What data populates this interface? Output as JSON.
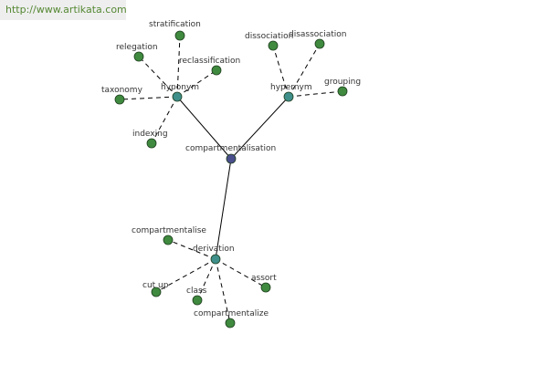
{
  "header": {
    "watermark": "http://www.artikata.com"
  },
  "colors": {
    "root": "#4a4e8c",
    "hub": "#3f8f8a",
    "leaf": "#3f8a3f",
    "node_stroke": "#1e3e1e"
  },
  "graph": {
    "root": {
      "label": "compartmentalisation"
    },
    "hubs": [
      {
        "id": "hyponym",
        "label": "hyponym",
        "leaves": [
          {
            "label": "stratification"
          },
          {
            "label": "relegation"
          },
          {
            "label": "reclassification"
          },
          {
            "label": "taxonomy"
          },
          {
            "label": "indexing"
          }
        ]
      },
      {
        "id": "hypernym",
        "label": "hypernym",
        "leaves": [
          {
            "label": "dissociation"
          },
          {
            "label": "disassociation"
          },
          {
            "label": "grouping"
          }
        ]
      },
      {
        "id": "derivation",
        "label": "derivation",
        "leaves": [
          {
            "label": "compartmentalise"
          },
          {
            "label": "cut up"
          },
          {
            "label": "class"
          },
          {
            "label": "compartmentalize"
          },
          {
            "label": "assort"
          }
        ]
      }
    ]
  }
}
